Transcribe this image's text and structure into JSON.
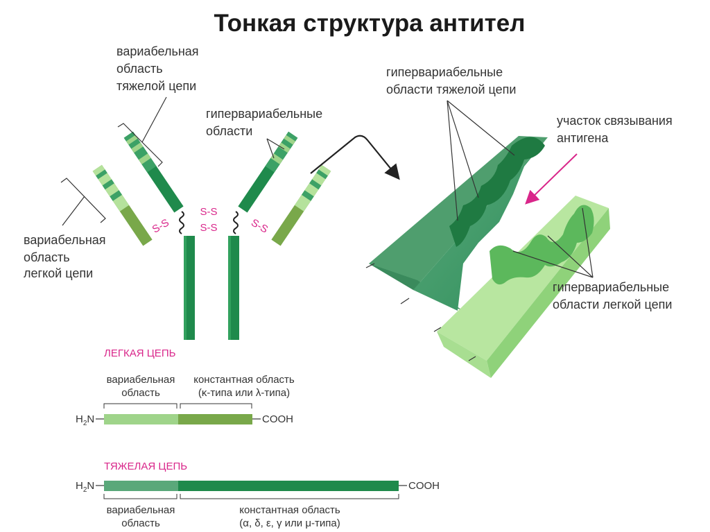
{
  "title": "Тонкая структура антител",
  "labels": {
    "heavy_variable": [
      "вариабельная",
      "область",
      "тяжелой цепи"
    ],
    "hypervariable": [
      "гипервариабельные",
      "области"
    ],
    "light_variable": [
      "вариабельная",
      "область",
      "легкой цепи"
    ],
    "heavy_hypervariable": [
      "гипервариабельные",
      "области тяжелой цепи"
    ],
    "antigen_binding": [
      "участок связывания",
      "антигена"
    ],
    "light_hypervariable": [
      "гипервариабельные",
      "области легкой цепи"
    ],
    "ss": "S-S"
  },
  "light_chain": {
    "title": "ЛЕГКАЯ ЦЕПЬ",
    "variable": [
      "вариабельная",
      "область"
    ],
    "constant": [
      "константная область",
      "(κ-типа или λ-типа)"
    ],
    "n_term": "H",
    "n_sub": "2",
    "n_tail": "N",
    "c_term": "COOH"
  },
  "heavy_chain": {
    "title": "ТЯЖЕЛАЯ ЦЕПЬ",
    "variable": [
      "вариабельная",
      "область"
    ],
    "constant": [
      "константная область",
      "(α, δ, ε, γ или μ-типа)"
    ],
    "n_term": "H",
    "n_sub": "2",
    "n_tail": "N",
    "c_term": "COOH"
  },
  "colors": {
    "heavy_dark": "#1f8a4c",
    "heavy_mid": "#2e9e5a",
    "light_pale": "#9fd48a",
    "light_olive": "#79a84a",
    "pink": "#d9268a"
  }
}
